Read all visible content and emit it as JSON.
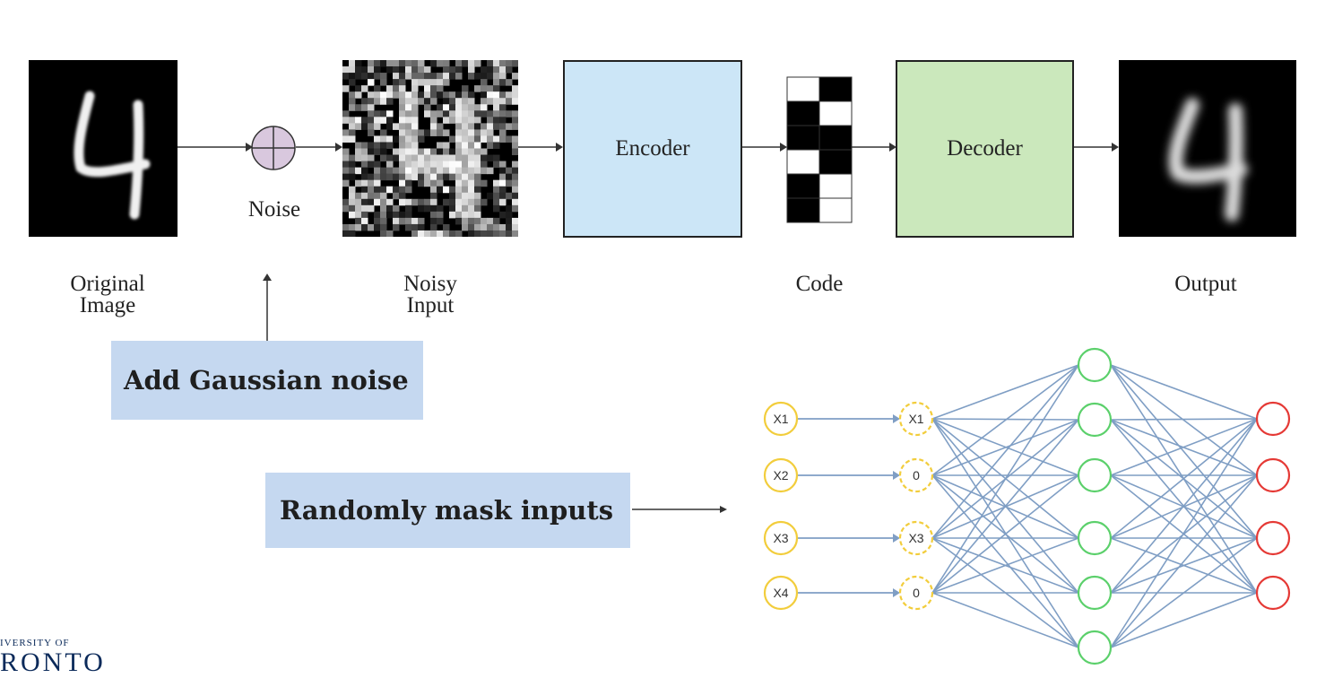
{
  "pipeline": {
    "original_caption": "Original\nImage",
    "noise_label": "Noise",
    "noisy_caption": "Noisy\nInput",
    "encoder_label": "Encoder",
    "code_caption": "Code",
    "decoder_label": "Decoder",
    "output_caption": "Output",
    "digit": "4",
    "code_cells": [
      [
        0,
        1
      ],
      [
        1,
        0
      ],
      [
        1,
        1
      ],
      [
        0,
        1
      ],
      [
        1,
        0
      ],
      [
        1,
        0
      ]
    ],
    "colors": {
      "encoder_fill": "#cce6f7",
      "decoder_fill": "#cbe8bc",
      "noise_fill": "#d9c8de"
    }
  },
  "callouts": {
    "gaussian": "Add Gaussian noise",
    "mask": "Randomly mask inputs",
    "fill": "#c5d8f0"
  },
  "network": {
    "inputs": [
      "X1",
      "X2",
      "X3",
      "X4"
    ],
    "masked": [
      "X1",
      "0",
      "X3",
      "0"
    ],
    "hidden_count": 6,
    "output_count": 4,
    "colors": {
      "input_stroke": "#f2cd3c",
      "hidden_stroke": "#5bd06b",
      "output_stroke": "#e53935",
      "edge": "#7f9ec4"
    }
  },
  "logo": {
    "line1": "IVERSITY OF",
    "line2": "RONTO"
  }
}
